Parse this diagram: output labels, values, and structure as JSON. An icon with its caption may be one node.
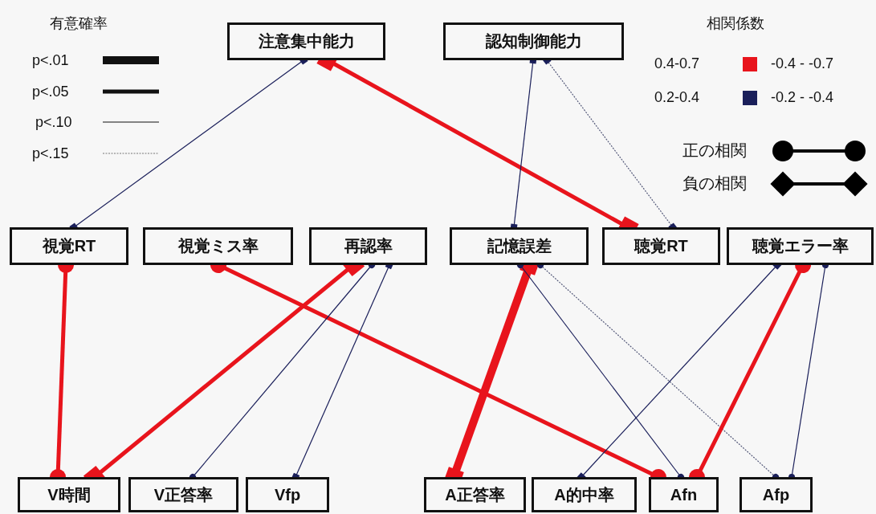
{
  "diagram": {
    "nodes": [
      {
        "text": [
          "注意集中能力"
        ]
      },
      {
        "text": [
          "認知制御能力"
        ]
      },
      {
        "text": [
          "視覚RT"
        ]
      },
      {
        "text": [
          "視覚ミス率"
        ]
      },
      {
        "text": [
          "再認率"
        ]
      },
      {
        "text": [
          "記憶誤差"
        ]
      },
      {
        "text": [
          "聴覚RT"
        ]
      },
      {
        "text": [
          "聴覚エラー率"
        ]
      },
      {
        "text": [
          "V時間"
        ]
      },
      {
        "text": [
          "V正答率"
        ]
      },
      {
        "text": [
          "Vfp"
        ]
      },
      {
        "text": [
          "A正答率"
        ]
      },
      {
        "text": [
          "A的中率"
        ]
      },
      {
        "text": [
          "Afn"
        ]
      },
      {
        "text": [
          "Afp"
        ]
      }
    ],
    "edges": [
      {
        "from": 0,
        "to": 2,
        "arrow": "other"
      },
      {
        "from": 0,
        "to": 6,
        "arrow": "other",
        "style": "thick",
        "color": "#e8141c"
      },
      {
        "from": 1,
        "to": 5,
        "arrow": "other"
      },
      {
        "from": 1,
        "to": 6,
        "arrow": "other",
        "style": "dashed"
      },
      {
        "from": 2,
        "to": 8,
        "arrow": "other",
        "style": "thick",
        "color": "#e8141c"
      },
      {
        "from": 3,
        "to": 13,
        "arrow": "other",
        "style": "thick",
        "color": "#e8141c"
      },
      {
        "from": 4,
        "to": 8,
        "arrow": "other",
        "style": "thick",
        "color": "#e8141c"
      },
      {
        "from": 4,
        "to": 9,
        "arrow": "other"
      },
      {
        "from": 4,
        "to": 10,
        "arrow": "other"
      },
      {
        "from": 5,
        "to": 11,
        "arrow": "other",
        "style": "thick",
        "color": "#e8141c"
      },
      {
        "from": 5,
        "to": 13,
        "arrow": "other"
      },
      {
        "from": 5,
        "to": 14,
        "arrow": "other",
        "style": "dashed"
      },
      {
        "from": 7,
        "to": 12,
        "arrow": "other"
      },
      {
        "from": 7,
        "to": 13,
        "arrow": "other",
        "style": "thick",
        "color": "#e8141c"
      },
      {
        "from": 7,
        "to": 14,
        "arrow": "other"
      }
    ],
    "labels": [
      "有意確率",
      "相関係数",
      "-0.4 - -0.7",
      "-0.2 - -0.4"
    ],
    "legend": [
      {
        "text": "p<.01"
      },
      {
        "text": "p<.05"
      },
      {
        "text": "p<.10"
      },
      {
        "text": "p<.15"
      },
      {
        "text": "0.4-0.7",
        "color": "#e8141c"
      },
      {
        "text": "0.2-0.4",
        "color": "#1a1f5a"
      },
      {
        "text": "正の相関"
      },
      {
        "text": "負の相関"
      }
    ]
  }
}
